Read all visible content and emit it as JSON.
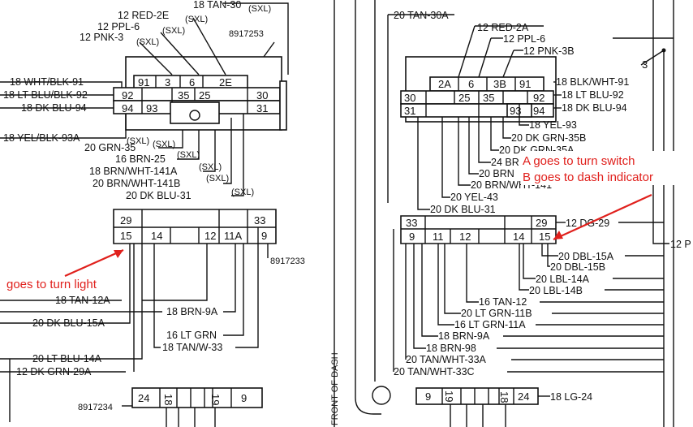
{
  "left": {
    "sxl": "(SXL)",
    "part_upper": "8917253",
    "part_mid": "8917233",
    "part_bottom": "8917234",
    "upper_pins": [
      "91",
      "3",
      "6",
      "2E",
      "92",
      "35",
      "25",
      "30",
      "94",
      "93",
      "31"
    ],
    "mid_pins": [
      "29",
      "33",
      "15",
      "14",
      "12",
      "11A",
      "9"
    ],
    "bottom_pins": [
      "24",
      "18",
      "19",
      "9"
    ],
    "wires": [
      "18 TAN-30",
      "12 RED-2E",
      "12 PPL-6",
      "12 PNK-3",
      "18 WHT/BLK-91",
      "18 LT BLU/BLK-92",
      "18 DK BLU-94",
      "18 YEL/BLK-93A",
      "20 GRN-35",
      "16 BRN-25",
      "18 BRN/WHT-141A",
      "20 BRN/WHT-141B",
      "20 DK BLU-31",
      "18 TAN-12A",
      "18 BRN-9A",
      "20 DK BLU-15A",
      "16 LT GRN",
      "18 TAN/W-33",
      "20 LT BLU-14A",
      "12 DK GRN-29A"
    ]
  },
  "right": {
    "edge_label": "3",
    "upper_pins": [
      "2A",
      "6",
      "3B",
      "91",
      "30",
      "25",
      "35",
      "92",
      "31",
      "93",
      "94"
    ],
    "mid_pins": [
      "33",
      "29",
      "9",
      "11",
      "12",
      "14",
      "15"
    ],
    "bottom_pins": [
      "9",
      "19",
      "18",
      "24"
    ],
    "wires": [
      "20 TAN-30A",
      "12 RED-2A",
      "12 PPL-6",
      "12 PNK-3B",
      "18 BLK/WHT-91",
      "18 LT BLU-92",
      "18 DK BLU-94",
      "18 YEL-93",
      "20 DK GRN-35B",
      "20 DK GRN-35A",
      "24 BR",
      "20 BRN",
      "20 BRN/WHT-141",
      "20 YEL-43",
      "20 DK BLU-31",
      "12 DG-29",
      "12 P",
      "20 DBL-15A",
      "20 DBL-15B",
      "20 LBL-14A",
      "20 LBL-14B",
      "16 TAN-12",
      "20 LT GRN-11B",
      "16 LT GRN-11A",
      "18 BRN-9A",
      "18 BRN-98",
      "20 TAN/WHT-33A",
      "20 TAN/WHT-33C",
      "18 LG-24"
    ]
  },
  "dash_label": "FRONT OF DASH",
  "annotations": {
    "left": "goes to turn light",
    "right_a": "A goes to turn switch",
    "right_b": "B goes to dash indicator"
  },
  "colors": {
    "annotation": "#e0201c",
    "line": "#111111"
  }
}
